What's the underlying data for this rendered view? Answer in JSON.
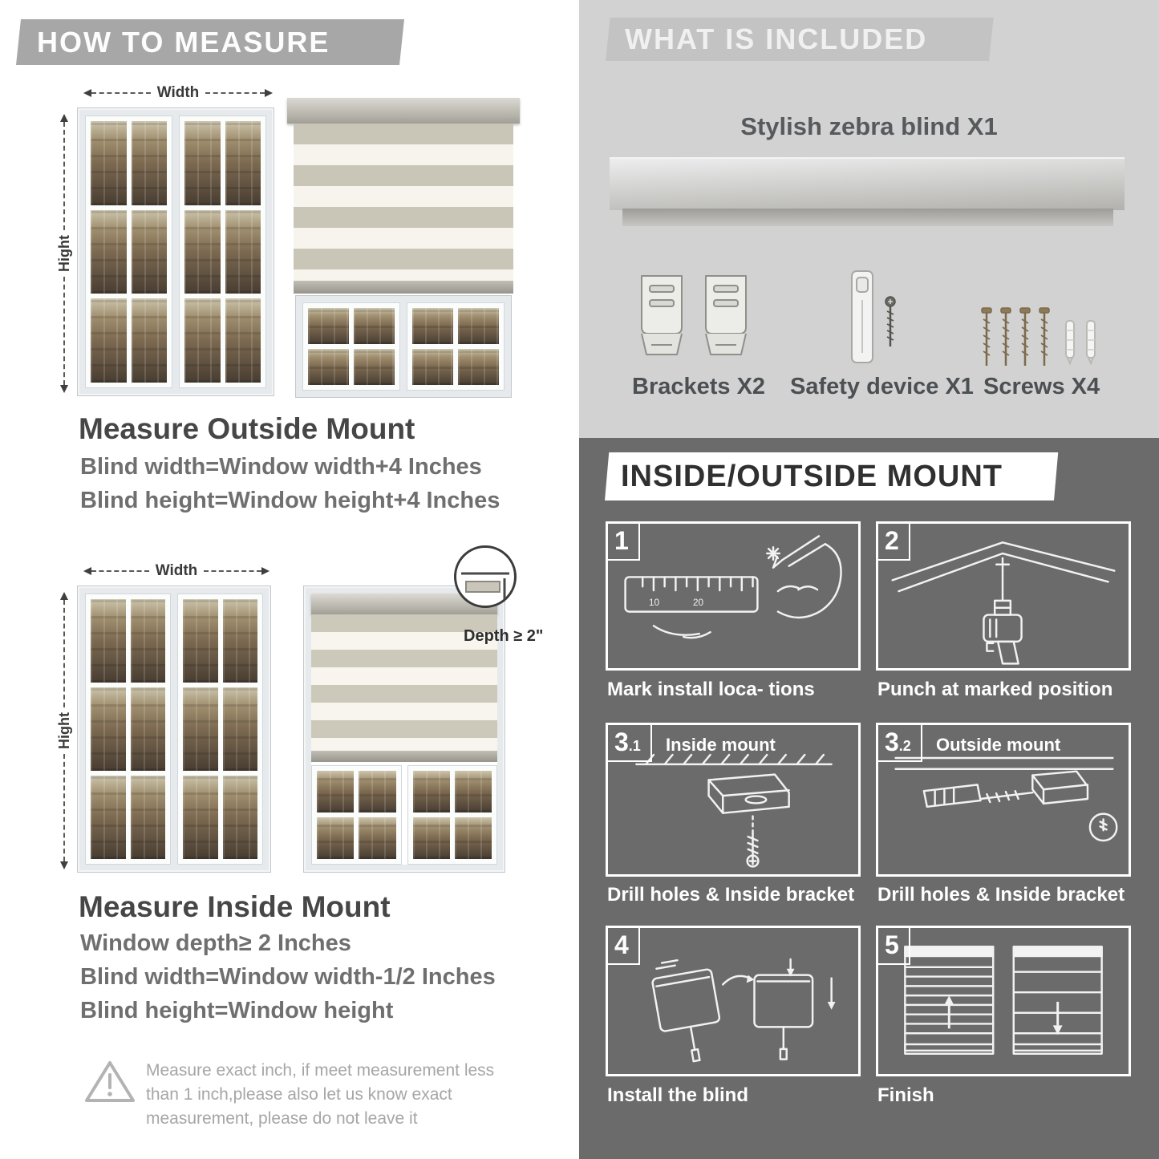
{
  "palette": {
    "left_header_bg": "#a7a7a7",
    "included_bg": "#d2d2d2",
    "included_bar_bg": "#c3c3c3",
    "mount_bg": "#6b6b6b"
  },
  "left": {
    "header": "HOW TO MEASURE",
    "width_label": "Width",
    "height_label": "Hight",
    "outside": {
      "title": "Measure Outside Mount",
      "line1": "Blind width=Window width+4 Inches",
      "line2": "Blind height=Window height+4 Inches"
    },
    "inside": {
      "depth_label": "Depth ≥ 2\"",
      "title": "Measure Inside Mount",
      "line1": "Window depth≥ 2 Inches",
      "line2": "Blind width=Window width-1/2 Inches",
      "line3": "Blind height=Window height"
    },
    "warning": {
      "line1": "Measure exact inch, if meet measurement less",
      "line2": "than 1 inch,please also let us know exact",
      "line3": "measurement, please do not leave it"
    }
  },
  "included": {
    "header": "WHAT IS INCLUDED",
    "blind_label": "Stylish zebra blind X1",
    "items": [
      {
        "label": "Brackets X2"
      },
      {
        "label": "Safety device X1"
      },
      {
        "label": "Screws X4"
      }
    ]
  },
  "mount": {
    "header": "INSIDE/OUTSIDE MOUNT",
    "steps": [
      {
        "num": "1",
        "caption": "Mark install loca- tions"
      },
      {
        "num": "2",
        "caption": "Punch at  marked position"
      },
      {
        "num": "3",
        "sub": ".1",
        "title": "Inside mount",
        "caption": "Drill holes &  Inside bracket"
      },
      {
        "num": "3",
        "sub": ".2",
        "title": "Outside mount",
        "caption": "Drill holes &  Inside bracket"
      },
      {
        "num": "4",
        "caption": "Install the blind"
      },
      {
        "num": "5",
        "caption": "Finish"
      }
    ]
  }
}
